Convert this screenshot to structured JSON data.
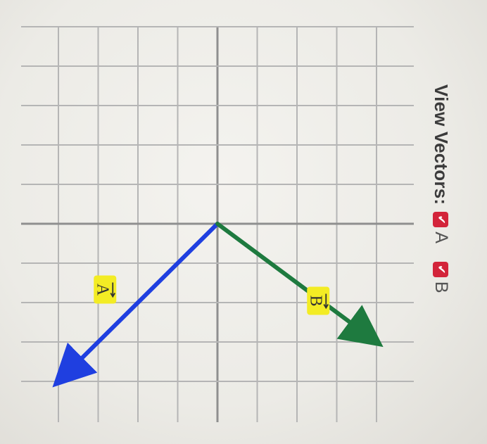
{
  "panel": {
    "title": "View Vectors:",
    "toggles": [
      {
        "label": "A",
        "checked": true,
        "icon": "checkmark-icon",
        "color": "#d3243a"
      },
      {
        "label": "B",
        "checked": true,
        "icon": "checkmark-icon",
        "color": "#d3243a"
      }
    ]
  },
  "vectors": [
    {
      "name": "A",
      "label": "A",
      "color": "#1f3fe0",
      "from": [
        0,
        0
      ],
      "to": [
        -4,
        -4
      ],
      "tag_color": "#f3ec24"
    },
    {
      "name": "B",
      "label": "B",
      "color": "#1e7a3f",
      "from": [
        0,
        0
      ],
      "to": [
        4,
        -3
      ],
      "tag_color": "#f3ec24"
    }
  ],
  "grid": {
    "x_range": [
      -4,
      4
    ],
    "y_range": [
      -4,
      5
    ],
    "axis_color": "#8f8f8f",
    "line_color": "#b5b5b5"
  }
}
